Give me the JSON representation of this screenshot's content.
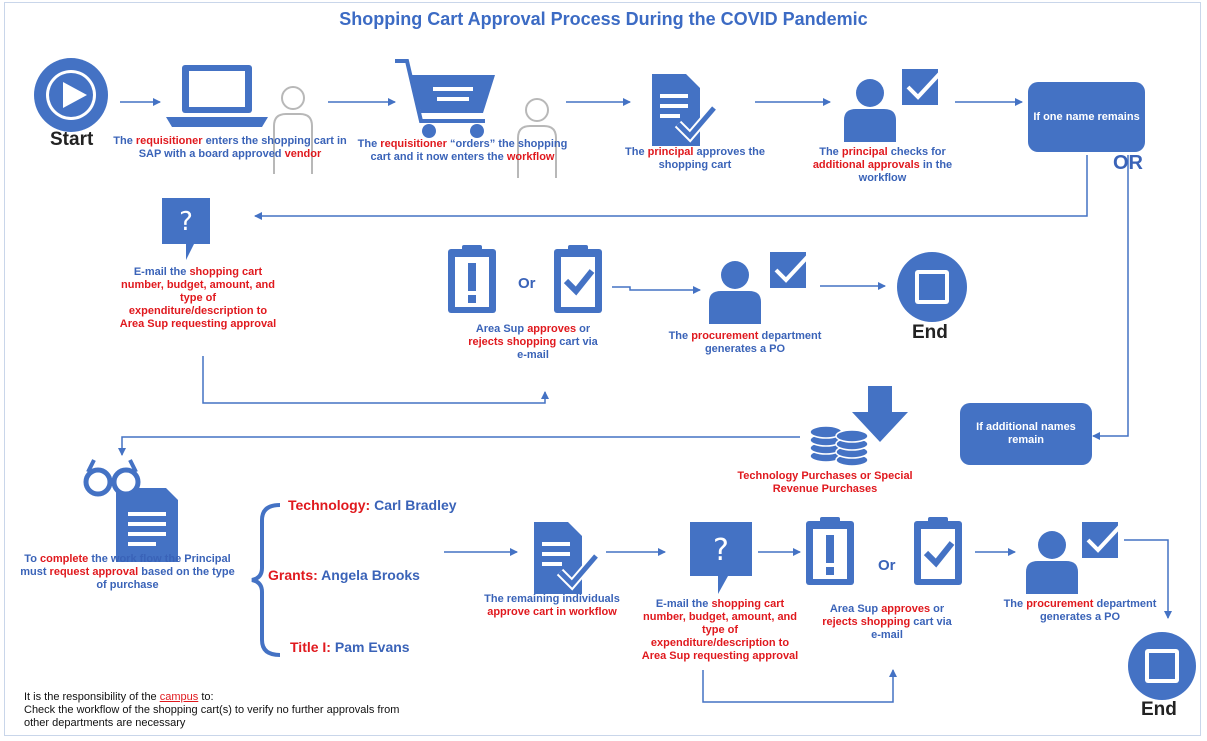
{
  "title": "Shopping Cart Approval Process During the COVID Pandemic",
  "start_label": "Start",
  "end_label": "End",
  "or_big": "OR",
  "or_small": "Or",
  "steps": {
    "s1": [
      {
        "t": "The ",
        "c": "b"
      },
      {
        "t": "requisitioner ",
        "c": "r"
      },
      {
        "t": "enters the shopping cart in SAP with a board approved ",
        "c": "b"
      },
      {
        "t": "vendor",
        "c": "r"
      }
    ],
    "s2": [
      {
        "t": "The ",
        "c": "b"
      },
      {
        "t": "requisitioner ",
        "c": "r"
      },
      {
        "t": "“orders” the shopping cart and it now enters the ",
        "c": "b"
      },
      {
        "t": "workflow",
        "c": "r"
      }
    ],
    "s3": [
      {
        "t": "The ",
        "c": "b"
      },
      {
        "t": "principal ",
        "c": "r"
      },
      {
        "t": "approves the shopping cart",
        "c": "b"
      }
    ],
    "s4": [
      {
        "t": "The ",
        "c": "b"
      },
      {
        "t": "principal ",
        "c": "r"
      },
      {
        "t": "checks for ",
        "c": "b"
      },
      {
        "t": "additional approvals ",
        "c": "r"
      },
      {
        "t": "in the workflow",
        "c": "b"
      }
    ],
    "email1": [
      {
        "t": "E-mail the ",
        "c": "b"
      },
      {
        "t": "shopping cart number, budget, amount, and type of expenditure/description to Area Sup requesting approval",
        "c": "r"
      }
    ],
    "area1": [
      {
        "t": "Area Sup ",
        "c": "b"
      },
      {
        "t": "approves ",
        "c": "r"
      },
      {
        "t": "or ",
        "c": "b"
      },
      {
        "t": "rejects shopping ",
        "c": "r"
      },
      {
        "t": "cart via e-mail",
        "c": "b"
      }
    ],
    "proc1": [
      {
        "t": "The ",
        "c": "b"
      },
      {
        "t": "procurement ",
        "c": "r"
      },
      {
        "t": "department generates a PO",
        "c": "b"
      }
    ],
    "tech": [
      {
        "t": "Technology Purchases or Special Revenue Purchases",
        "c": "r"
      }
    ],
    "complete": [
      {
        "t": "To ",
        "c": "b"
      },
      {
        "t": "complete ",
        "c": "r"
      },
      {
        "t": "the work flow the Principal must ",
        "c": "b"
      },
      {
        "t": "request approval ",
        "c": "r"
      },
      {
        "t": "based on the type of purchase",
        "c": "b"
      }
    ],
    "remaining": [
      {
        "t": "The remaining individuals ",
        "c": "b"
      },
      {
        "t": "approve cart in workflow",
        "c": "r"
      }
    ],
    "email2": [
      {
        "t": "E-mail the ",
        "c": "b"
      },
      {
        "t": "shopping cart number, budget, amount, and type of expenditure/description to Area Sup requesting approval",
        "c": "r"
      }
    ],
    "area2": [
      {
        "t": "Area Sup ",
        "c": "b"
      },
      {
        "t": "approves ",
        "c": "r"
      },
      {
        "t": "or ",
        "c": "b"
      },
      {
        "t": "rejects shopping ",
        "c": "r"
      },
      {
        "t": "cart via e-mail",
        "c": "b"
      }
    ],
    "proc2": [
      {
        "t": "The ",
        "c": "b"
      },
      {
        "t": "procurement ",
        "c": "r"
      },
      {
        "t": "department generates a PO",
        "c": "b"
      }
    ]
  },
  "boxes": {
    "one_name": "If one name remains",
    "additional": "If additional names remain"
  },
  "contacts": [
    {
      "role": "Technology:",
      "name": "Carl Bradley"
    },
    {
      "role": "Grants:",
      "name": "Angela Brooks"
    },
    {
      "role": "Title I:",
      "name": "Pam Evans"
    }
  ],
  "note": {
    "pre": "It is the responsibility of the ",
    "campus": "campus",
    "post": " to:",
    "body": "Check the workflow of the shopping cart(s) to verify no further approvals from other departments are necessary"
  },
  "colors": {
    "blue": "#4472c4",
    "red": "#e0191e",
    "text_blue": "#3a63b8"
  },
  "icons": [
    "play-icon",
    "laptop-icon",
    "person-outline-icon",
    "shopping-cart-icon",
    "document-check-icon",
    "person-icon",
    "checkbox-icon",
    "speech-question-icon",
    "clipboard-exclamation-icon",
    "clipboard-check-icon",
    "stop-icon",
    "coins-icon",
    "down-arrow-icon",
    "glasses-icon",
    "brace-icon"
  ]
}
